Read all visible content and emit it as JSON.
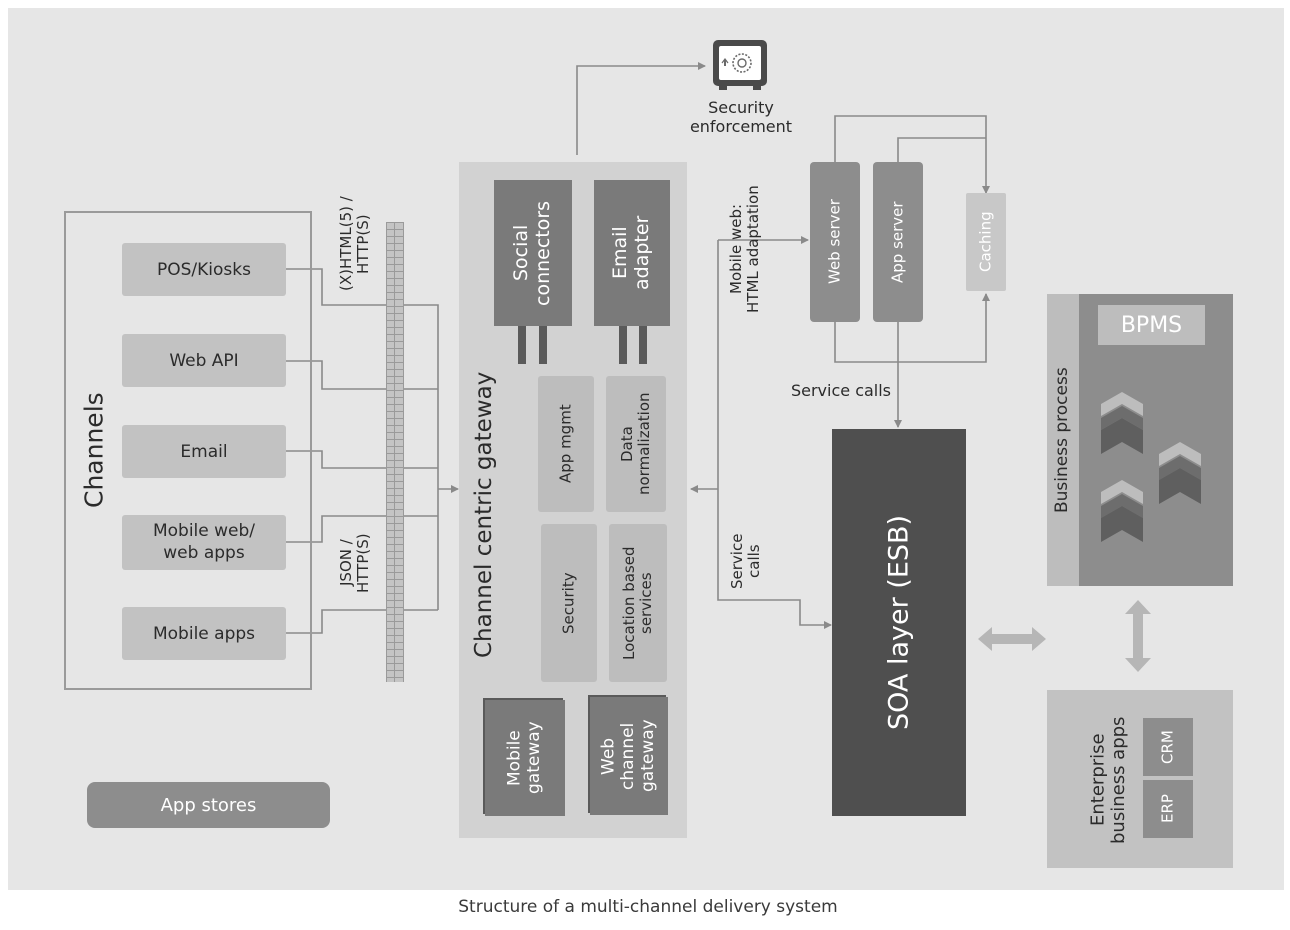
{
  "channels": {
    "title": "Channels",
    "items": [
      {
        "label": "POS/Kiosks"
      },
      {
        "label": "Web API"
      },
      {
        "label": "Email"
      },
      {
        "label": "Mobile web/\nweb apps"
      },
      {
        "label": "Mobile apps"
      }
    ]
  },
  "app_stores": "App stores",
  "protocols": {
    "top": "(X)HTML(5) /\nHTTP(S)",
    "bottom": "JSON /\nHTTP(S)"
  },
  "gateway": {
    "title": "Channel centric gateway",
    "social": "Social\nconnectors",
    "email_adapter": "Email\nadapter",
    "app_mgmt": "App mgmt",
    "data_norm": "Data\nnormalization",
    "security": "Security",
    "location": "Location based\nservices",
    "mobile_gw": "Mobile\ngateway",
    "web_gw": "Web\nchannel\ngateway"
  },
  "security_enforcement": "Security\nenforcement",
  "mobile_web_label": "Mobile web:\nHTML adaptation",
  "service_calls_left": "Service\ncalls",
  "servers": {
    "web": "Web server",
    "app": "App server",
    "caching": "Caching",
    "service_calls": "Service calls"
  },
  "soa": "SOA layer (ESB)",
  "business": {
    "title": "Business process",
    "bpms": "BPMS"
  },
  "enterprise": {
    "title": "Enterprise\nbusiness apps",
    "crm": "CRM",
    "erp": "ERP"
  },
  "caption": "Structure of a multi-channel delivery system"
}
